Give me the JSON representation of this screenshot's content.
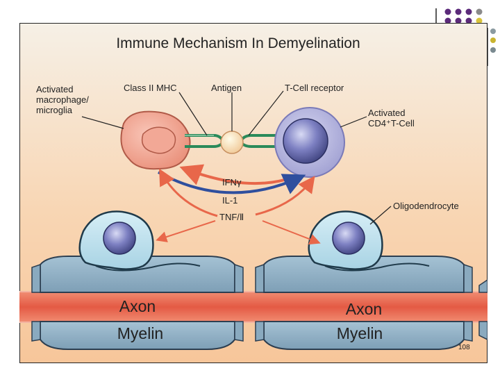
{
  "diagram": {
    "title": "Immune Mechanism In Demyelination",
    "labels": {
      "macrophage": [
        "Activated",
        "macrophage/",
        "microglia"
      ],
      "mhc": "Class II MHC",
      "antigen": "Antigen",
      "tcell_receptor": "T-Cell receptor",
      "tcell": [
        "Activated",
        "CD4⁺T-Cell"
      ],
      "oligodendrocyte": "Oligodendrocyte"
    },
    "cytokines": [
      "IFNγ",
      "IL-1",
      "TNF/Ⅱ"
    ],
    "axon_label": "Axon",
    "myelin_label": "Myelin"
  },
  "slide": {
    "page_number": "108"
  },
  "colors": {
    "background_top": "#f6f0e6",
    "background_bottom": "#f7c69a",
    "macrophage": "#f2a896",
    "tcell": "#a8a8d8",
    "nucleus": "#5a5ea8",
    "myelin": "#8aaabf",
    "oligodendrocyte": "#bfe1ee",
    "axon": "#e76048",
    "arrow_red": "#e8674a",
    "arrow_blue": "#2f4f9e",
    "mhc_green": "#2a8a5a",
    "deco_dots": "#5b2a7a"
  }
}
